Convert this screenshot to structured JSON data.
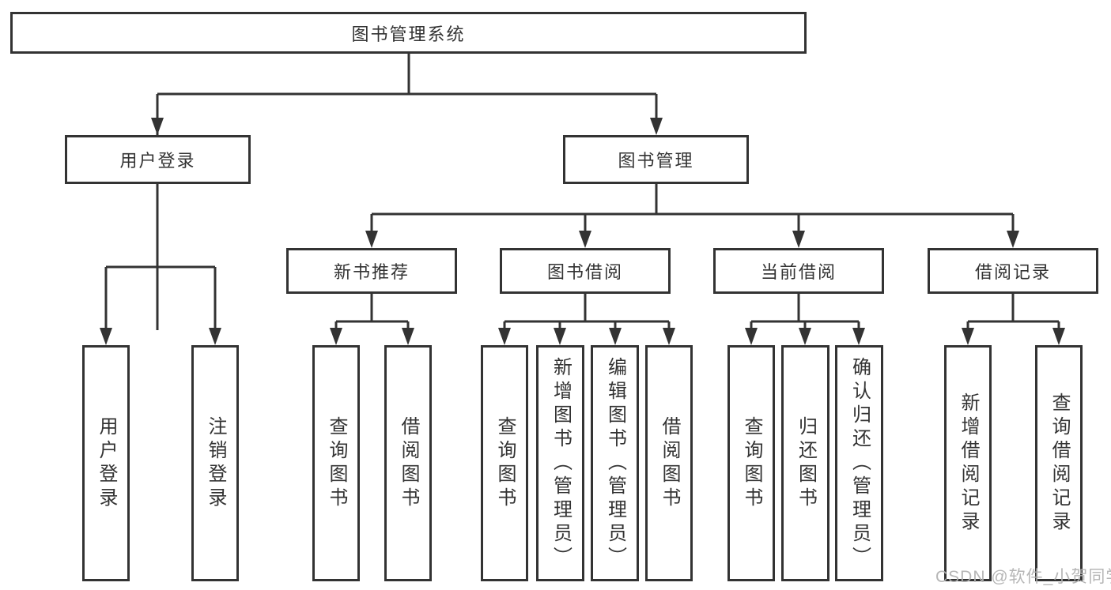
{
  "nodes": {
    "root": "图书管理系统",
    "user_login": "用户登录",
    "book_management": "图书管理",
    "new_book_recommendation": "新书推荐",
    "book_borrowing": "图书借阅",
    "current_borrowing": "当前借阅",
    "borrowing_records": "借阅记录",
    "leaf_user_login": "用户登录",
    "leaf_logout": "注销登录",
    "leaf_nb_search_book": "查询图书",
    "leaf_nb_borrow_book": "借阅图书",
    "leaf_bb_search_book": "查询图书",
    "leaf_bb_add_book": "新增图书（管理员）",
    "leaf_bb_edit_book": "编辑图书（管理员）",
    "leaf_bb_borrow_book": "借阅图书",
    "leaf_cb_search_book": "查询图书",
    "leaf_cb_return_book": "归还图书",
    "leaf_cb_confirm_return": "确认归还（管理员）",
    "leaf_br_add_record": "新增借阅记录",
    "leaf_br_search_record": "查询借阅记录"
  },
  "watermark": "CSDN @软件_小贺同学",
  "colors": {
    "line": "#333333",
    "box_border": "#333333",
    "text": "#333333",
    "background": "#ffffff",
    "watermark": "#b2b2b2"
  }
}
